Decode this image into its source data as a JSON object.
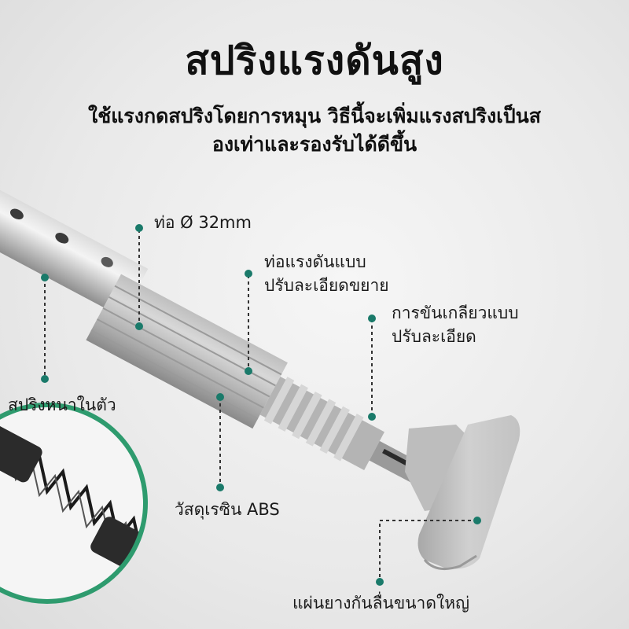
{
  "title": "สปริงแรงดันสูง",
  "subtitle_line1": "ใช้แรงกดสปริงโดยการหมุน วิธีนี้จะเพิ่มแรงสปริงเป็นส",
  "subtitle_line2": "องเท่าและรองรับได้ดีขึ้น",
  "labels": {
    "pipe": "ท่อ Ø 32mm",
    "adjust_line1": "ท่อแรงดันแบบ",
    "adjust_line2": "ปรับละเอียดขยาย",
    "thread_line1": "การขันเกลียวแบบ",
    "thread_line2": "ปรับละเอียด",
    "spring": "สปริงหนาในตัว",
    "material": "วัสดุเรซิน ABS",
    "pad": "แผ่นยางกันลื่นขนาดใหญ่"
  },
  "colors": {
    "marker": "#1a7a6a",
    "accent_ring": "#2e9b6e",
    "text": "#111111"
  }
}
